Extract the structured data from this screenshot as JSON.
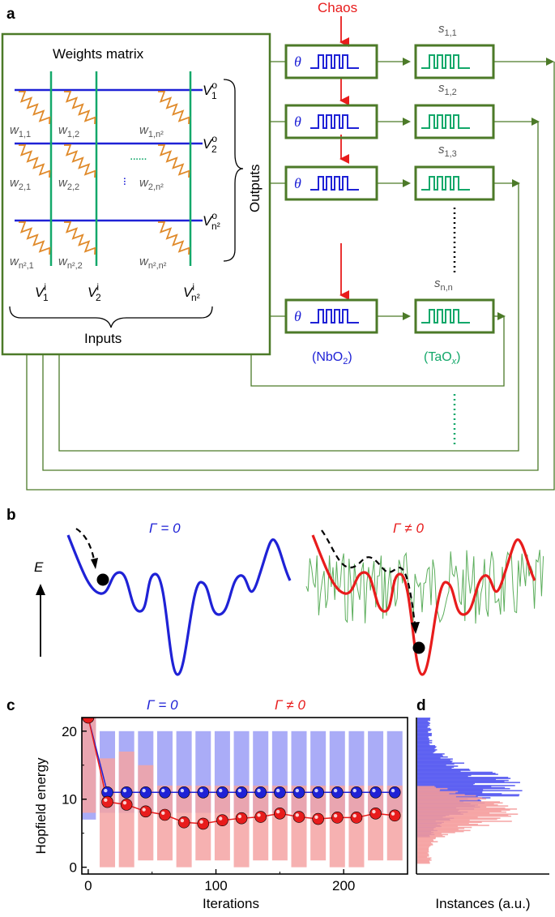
{
  "panels": {
    "a": {
      "label": "a"
    },
    "b": {
      "label": "b"
    },
    "c": {
      "label": "c"
    },
    "d": {
      "label": "d"
    }
  },
  "weights_matrix": {
    "title": "Weights matrix",
    "outputs_label": "Outputs",
    "inputs_label": "Inputs",
    "dots_h": "......",
    "dots_v": "...",
    "weights": [
      [
        "w",
        "1,1"
      ],
      [
        "w",
        "1,2"
      ],
      [
        "w",
        "1,n²"
      ],
      [
        "w",
        "2,1"
      ],
      [
        "w",
        "2,2"
      ],
      [
        "w",
        "2,n²"
      ],
      [
        "w",
        "n²,1"
      ],
      [
        "w",
        "n²,2"
      ],
      [
        "w",
        "n²,n²"
      ]
    ],
    "output_voltages": [
      {
        "base": "V",
        "sup": "o",
        "sub": "1"
      },
      {
        "base": "V",
        "sup": "o",
        "sub": "2"
      },
      {
        "base": "V",
        "sup": "o",
        "sub": "n²"
      }
    ],
    "input_voltages": [
      {
        "base": "V",
        "sup": "i",
        "sub": "1"
      },
      {
        "base": "V",
        "sup": "i",
        "sub": "2"
      },
      {
        "base": "V",
        "sup": "i",
        "sub": "n²"
      }
    ]
  },
  "chaos_label": "Chaos",
  "theta_symbol": "θ",
  "neuron_material": {
    "open": "(NbO",
    "sub": "2",
    "close": ")"
  },
  "synapse_material": {
    "open": "(TaO",
    "sub": "x",
    "close": ")"
  },
  "synapse_labels": [
    {
      "base": "s",
      "sub": "1,1"
    },
    {
      "base": "s",
      "sub": "1,2"
    },
    {
      "base": "s",
      "sub": "1,3"
    },
    {
      "base": "s",
      "sub": "n,n"
    }
  ],
  "panel_b": {
    "energy_axis": "E",
    "left_title": "Γ = 0",
    "right_title": "Γ ≠ 0"
  },
  "panel_c": {
    "title_blue": "Γ = 0",
    "title_red": "Γ ≠ 0",
    "ylabel": "Hopfield energy",
    "xlabel": "Iterations",
    "yticks": [
      "0",
      "10",
      "20"
    ],
    "xticks": [
      "0",
      "100",
      "200"
    ]
  },
  "panel_d": {
    "xlabel": "Instances (a.u.)"
  },
  "colors": {
    "box_green": "#4c7a28",
    "blue": "#1f22d6",
    "green": "#13a86a",
    "red": "#e81c1c",
    "orange": "#e08a2a"
  },
  "chart_data": {
    "type": "scatter",
    "xlabel": "Iterations",
    "ylabel": "Hopfield energy",
    "xlim": [
      -5,
      250
    ],
    "ylim": [
      -1,
      22
    ],
    "series": [
      {
        "name": "Γ = 0",
        "color": "#1f22d6",
        "x": [
          0,
          15,
          30,
          45,
          60,
          75,
          90,
          105,
          120,
          135,
          150,
          165,
          180,
          195,
          210,
          225,
          240
        ],
        "y": [
          22,
          11,
          11,
          11,
          11,
          11,
          11,
          11,
          11,
          11,
          11,
          11,
          11,
          11,
          11,
          11,
          11
        ],
        "range_low": [
          7,
          8,
          8,
          8,
          8,
          8,
          8,
          8,
          8,
          8,
          8,
          8,
          8,
          8,
          8,
          8,
          8
        ],
        "range_high": [
          22,
          20,
          20,
          20,
          20,
          20,
          20,
          20,
          20,
          20,
          20,
          20,
          20,
          20,
          20,
          20,
          20
        ]
      },
      {
        "name": "Γ ≠ 0",
        "color": "#e81c1c",
        "x": [
          0,
          15,
          30,
          45,
          60,
          75,
          90,
          105,
          120,
          135,
          150,
          165,
          180,
          195,
          210,
          225,
          240
        ],
        "y": [
          22,
          9.6,
          9.2,
          8.2,
          7.7,
          6.6,
          6.4,
          6.9,
          7.2,
          7.4,
          7.9,
          7.4,
          7.1,
          7.3,
          7.3,
          7.9,
          7.6
        ],
        "range_low": [
          8,
          0,
          0,
          1,
          1,
          0,
          1,
          1,
          0,
          1,
          1,
          0,
          1,
          0,
          0,
          1,
          1
        ],
        "range_high": [
          22,
          16,
          17,
          15,
          12,
          12,
          12,
          12,
          12,
          12,
          12,
          12,
          12,
          12,
          12,
          12,
          12
        ]
      }
    ]
  }
}
